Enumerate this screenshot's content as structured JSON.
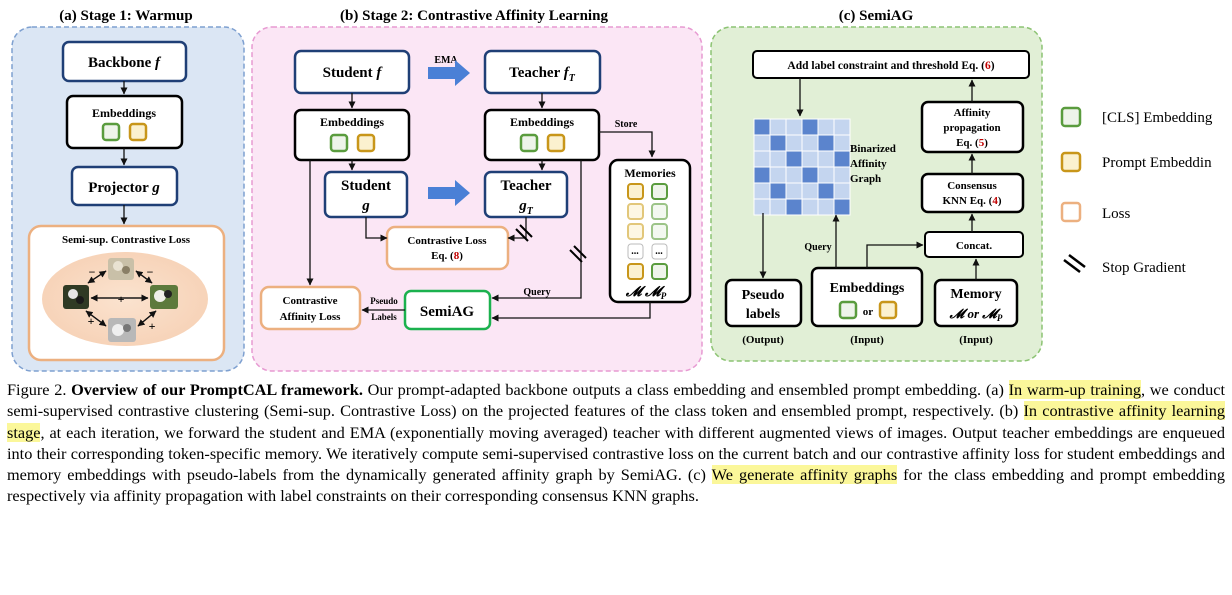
{
  "figure": {
    "panel_a": {
      "title": "(a) Stage 1: Warmup",
      "backbone": "Backbone",
      "backbone_sym": "f",
      "embeddings": "Embeddings",
      "projector": "Projector",
      "projector_sym": "g",
      "loss_title": "Semi-sup. Contrastive Loss",
      "signs": [
        "−",
        "−",
        "+",
        "+",
        "+"
      ]
    },
    "panel_b": {
      "title": "(b) Stage 2: Contrastive Affinity Learning",
      "student": "Student",
      "student_sym": "f",
      "ema": "EMA",
      "teacher": "Teacher",
      "teacher_sym": "f",
      "teacher_sub": "T",
      "embeddings_left": "Embeddings",
      "embeddings_right": "Embeddings",
      "store": "Store",
      "student_g": "Student",
      "student_g_sym": "g",
      "teacher_g": "Teacher",
      "teacher_g_sym": "g",
      "teacher_g_sub": "T",
      "memories": "Memories",
      "memories_sym": "𝓜 𝓜",
      "memories_sub": "P",
      "closs_line1": "Contrastive Loss",
      "closs_line2_pre": "Eq. (",
      "closs_eqnum": "8",
      "closs_line2_post": ")",
      "query": "Query",
      "caff_line1": "Contrastive",
      "caff_line2": "Affinity Loss",
      "pseudo_line1": "Pseudo",
      "pseudo_line2": "Labels",
      "semiag": "SemiAG",
      "dots": "..."
    },
    "panel_c": {
      "title": "(c) SemiAG",
      "add_label_pre": "Add label constraint and threshold Eq. (",
      "add_label_num": "6",
      "add_label_post": ")",
      "binarized_1": "Binarized",
      "binarized_2": "Affinity",
      "binarized_3": "Graph",
      "affprop_1": "Affinity",
      "affprop_2": "propagation",
      "affprop_3_pre": "Eq. (",
      "affprop_num": "5",
      "affprop_3_post": ")",
      "consensus_1": "Consensus",
      "consensus_2_pre": "KNN Eq. (",
      "consensus_num": "4",
      "consensus_2_post": ")",
      "concat": "Concat.",
      "query": "Query",
      "pseudo_1": "Pseudo",
      "pseudo_2": "labels",
      "emb": "Embeddings",
      "or": "or",
      "memory": "Memory",
      "memory_sym": "𝓜 or 𝓜",
      "memory_sub": "P",
      "output_lbl": "(Output)",
      "input_lbl_1": "(Input)",
      "input_lbl_2": "(Input)"
    },
    "legend": {
      "cls": "[CLS] Embedding",
      "prompt": "Prompt Embeddin",
      "loss": "Loss",
      "stopgrad": "Stop Gradient"
    }
  },
  "caption": {
    "label": "Figure 2.",
    "bold": "Overview of our PromptCAL framework.",
    "t1": " Our prompt-adapted backbone outputs a class embedding and ensembled prompt embedding. (a) ",
    "h1": "In warm-up training",
    "t2": ", we conduct semi-supervised contrastive clustering (Semi-sup. Contrastive Loss) on the projected features of the class token and ensembled prompt, respectively. (b) ",
    "h2": "In contrastive affinity learning stage",
    "t3": ", at each iteration, we forward the student and EMA (exponentially moving averaged) teacher with different augmented views of images. Output teacher embeddings are enqueued into their corresponding token-specific memory. We iteratively compute semi-supervised contrastive loss on the current batch and our contrastive affinity loss for student embeddings and memory embeddings with pseudo-labels from the dynamically generated affinity graph by SemiAG. (c) ",
    "h3": "We generate affinity graphs",
    "t4": " for the class embedding and prompt embedding respectively via affinity propagation with label constraints on their corresponding consensus KNN graphs."
  },
  "colors": {
    "blue_border": "#1f3f76",
    "green_border": "#1bb14e",
    "cls_green": "#5a9c3e",
    "prompt_gold": "#c8961a",
    "loss_orange": "#ecb080",
    "panel_a_bg": "#dbe6f4",
    "panel_b_bg": "#fbe6f5",
    "panel_c_bg": "#e1efd6",
    "matrix_dark": "#5b84cd",
    "matrix_light": "#c4d5ef",
    "highlight": "#fbf79a",
    "eq_red": "#c00000"
  }
}
